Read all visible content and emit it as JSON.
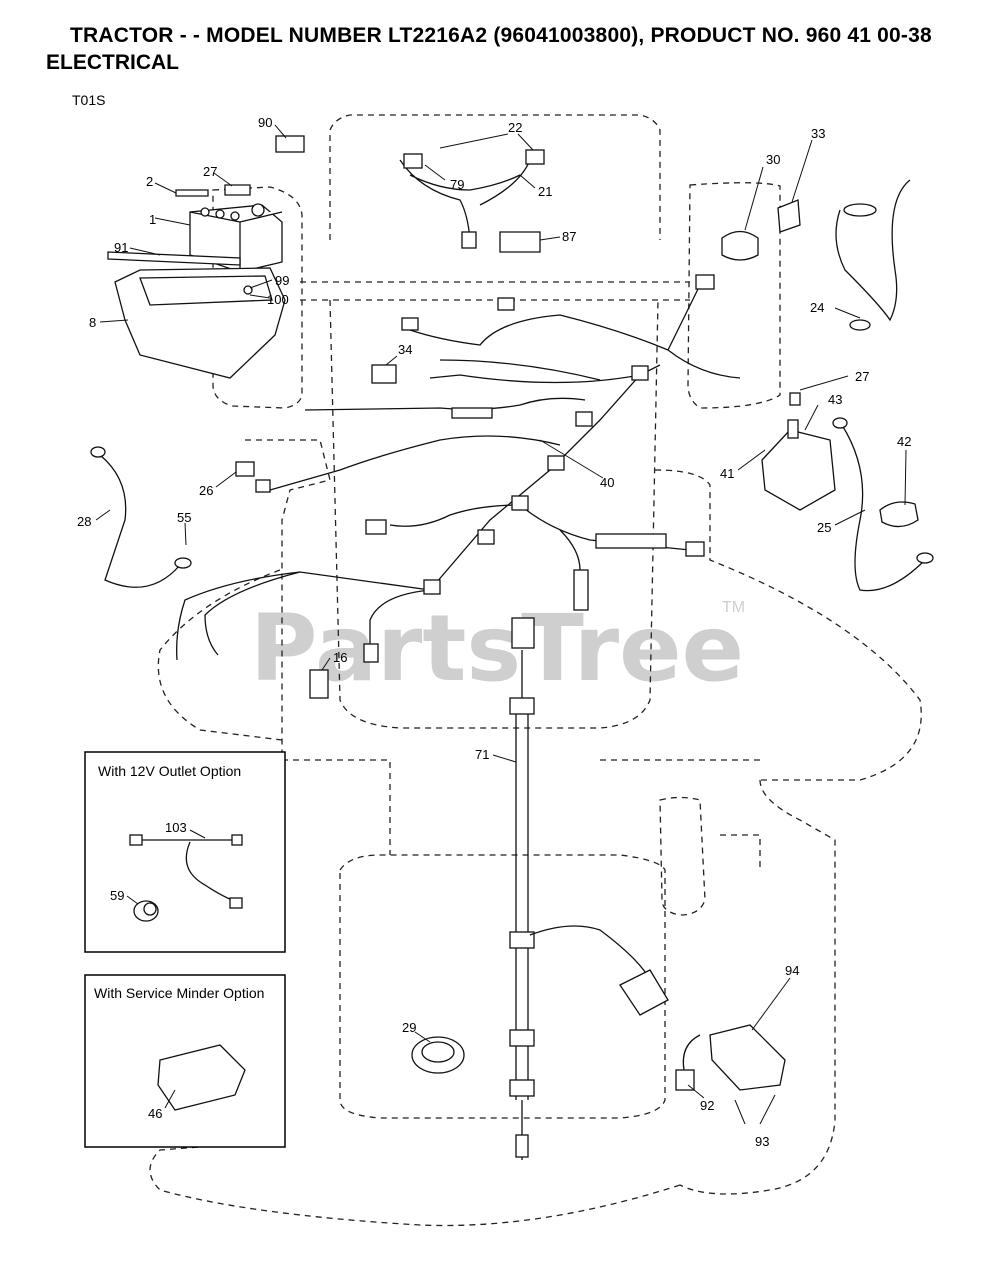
{
  "header": {
    "title": "TRACTOR - - MODEL NUMBER LT2216A2 (96041003800), PRODUCT NO. 960 41 00-38",
    "subtitle": "ELECTRICAL",
    "diagram_code": "T01S"
  },
  "watermark": {
    "text": "PartsTree",
    "tm": "TM"
  },
  "option_boxes": [
    {
      "title": "With 12V Outlet Option"
    },
    {
      "title": "With Service Minder Option"
    }
  ],
  "callouts": [
    "90",
    "22",
    "33",
    "2",
    "27",
    "30",
    "79",
    "21",
    "1",
    "87",
    "91",
    "99",
    "100",
    "24",
    "8",
    "34",
    "27",
    "43",
    "42",
    "41",
    "26",
    "40",
    "28",
    "55",
    "25",
    "16",
    "71",
    "103",
    "59",
    "29",
    "94",
    "46",
    "92",
    "93"
  ]
}
